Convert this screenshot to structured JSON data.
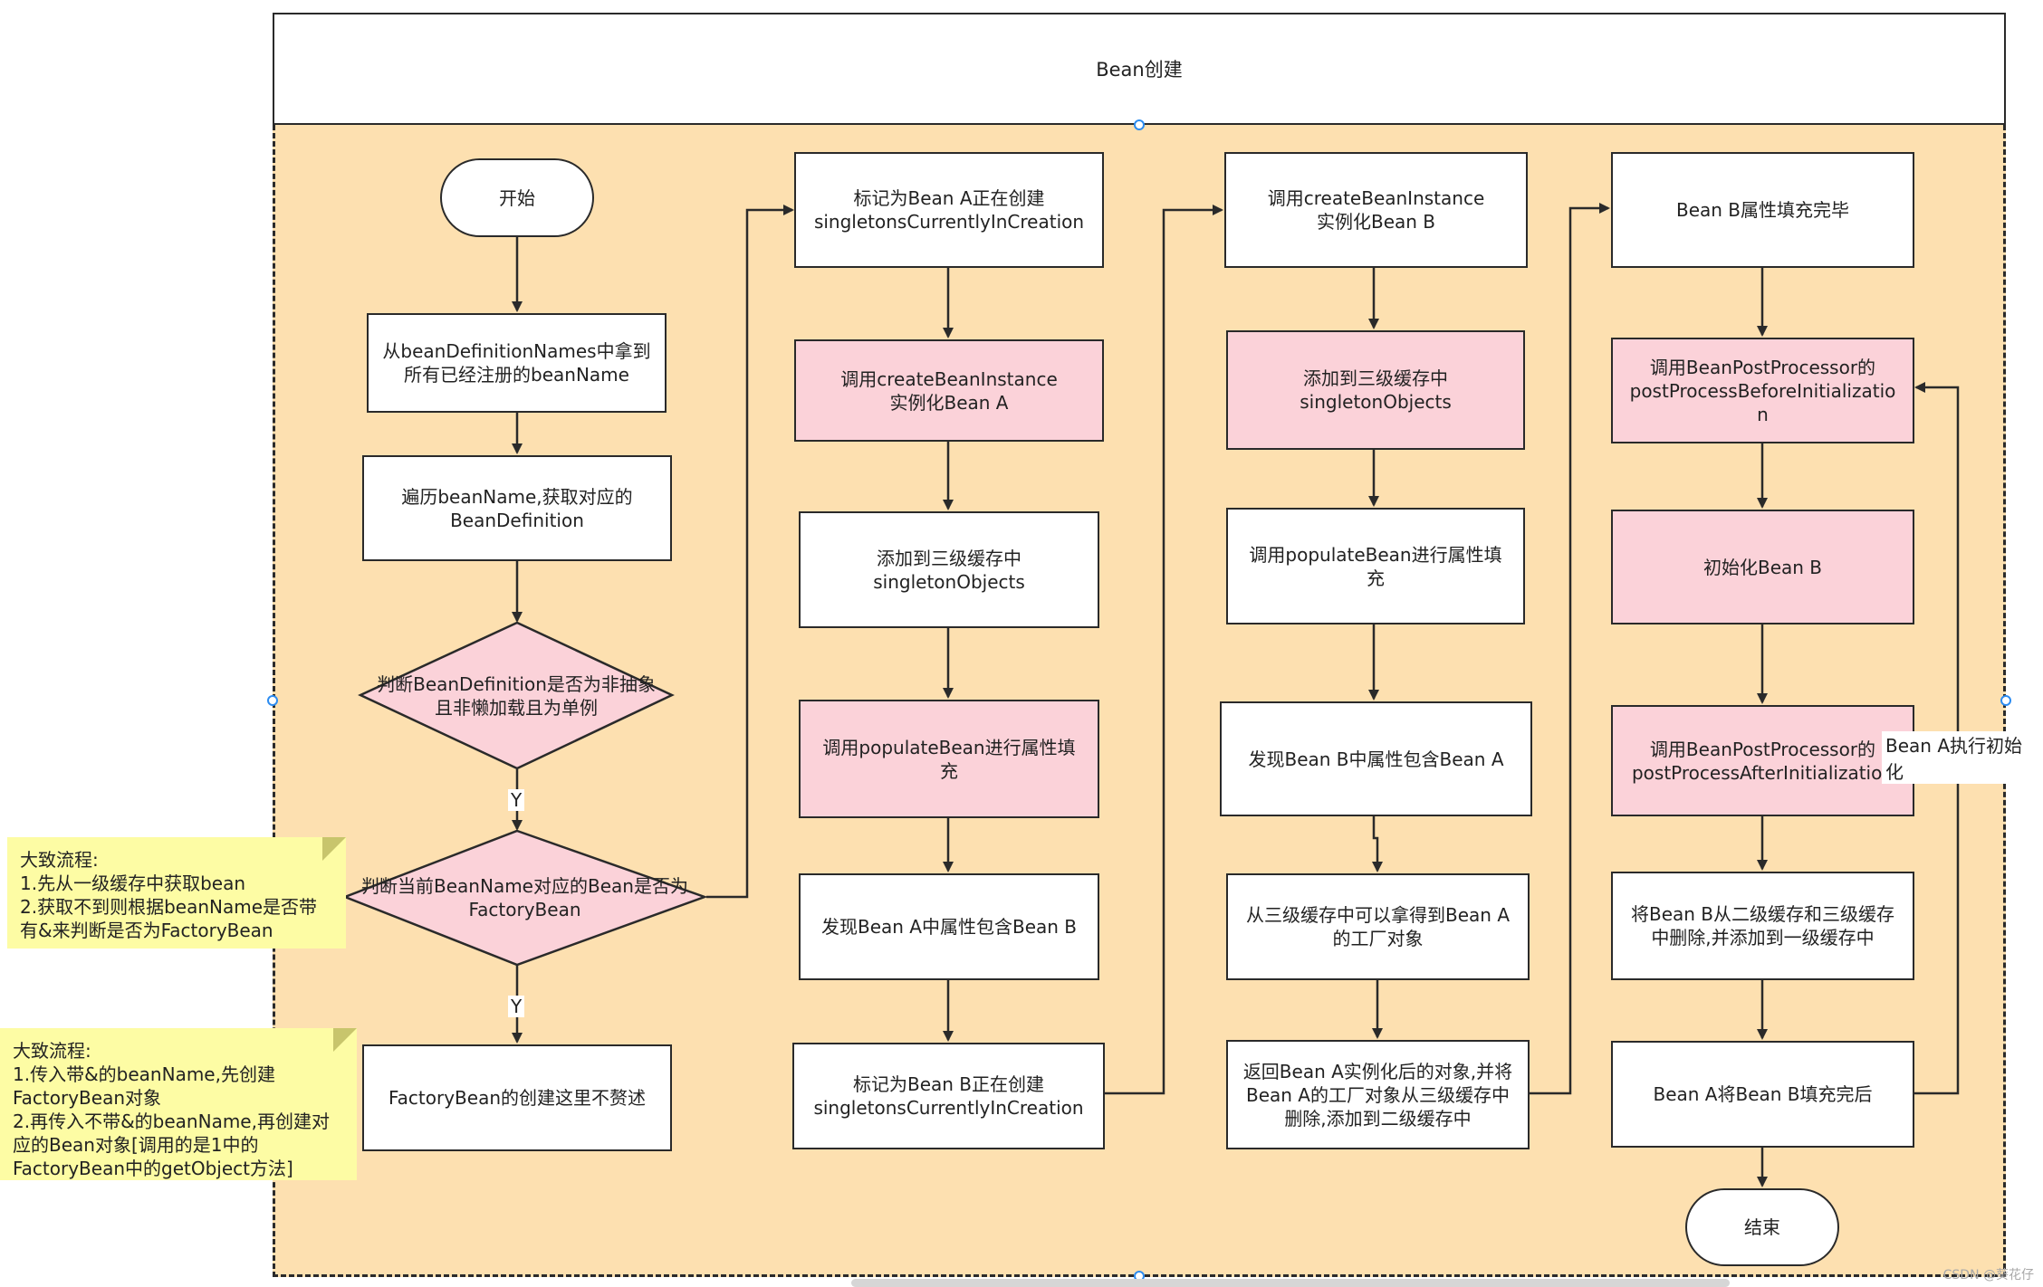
{
  "title": "Bean创建",
  "nodes": {
    "start": "开始",
    "get_names": "从beanDefinitionNames中拿到\n所有已经注册的beanName",
    "iterate": "遍历beanName,获取对应的\nBeanDefinition",
    "check_abstract": "判断BeanDefinition是否为非抽象\n且非懒加载且为单例",
    "check_factory": "判断当前BeanName对应的Bean是否为\nFactoryBean",
    "factory_create": "FactoryBean的创建这里不赘述",
    "mark_a": "标记为Bean A正在创建\nsingletonsCurrentlyInCreation",
    "create_a": "调用createBeanInstance\n实例化Bean A",
    "add_l3_a": "添加到三级缓存中\nsingletonObjects",
    "populate_a": "调用populateBean进行属性填\n充",
    "found_b": "发现Bean A中属性包含Bean B",
    "mark_b": "标记为Bean B正在创建\nsingletonsCurrentlyInCreation",
    "create_b": "调用createBeanInstance\n实例化Bean B",
    "add_l3_b": "添加到三级缓存中\nsingletonObjects",
    "populate_b": "调用populateBean进行属性填\n充",
    "found_a": "发现Bean B中属性包含Bean A",
    "get_factory_a": "从三级缓存中可以拿得到Bean A\n的工厂对象",
    "return_a": "返回Bean A实例化后的对象,并将\nBean A的工厂对象从三级缓存中\n删除,添加到二级缓存中",
    "b_filled": "Bean B属性填充完毕",
    "before_init": "调用BeanPostProcessor的\npostProcessBeforeInitializatio\nn",
    "init_b": "初始化Bean B",
    "after_init": "调用BeanPostProcessor的\npostProcessAfterInitialization",
    "move_b": "将Bean B从二级缓存和三级缓存\n中删除,并添加到一级缓存中",
    "a_fill_b": "Bean A将Bean B填充完后",
    "end": "结束"
  },
  "edge_labels": {
    "yes1": "Y",
    "yes2": "Y",
    "loop": "Bean A执行初始化"
  },
  "notes": {
    "note1": "大致流程:\n1.先从一级缓存中获取bean\n2.获取不到则根据beanName是否带\n有&来判断是否为FactoryBean",
    "note2": "大致流程:\n1.传入带&的beanName,先创建\nFactoryBean对象\n2.再传入不带&的beanName,再创建对\n应的Bean对象[调用的是1中的\nFactoryBean中的getObject方法]"
  },
  "watermark": "CSDN @葵花仔",
  "colors": {
    "frame_fill": "#fde0b0",
    "highlight": "#fbd2d9",
    "note": "#fdfca4",
    "handle": "#2d8cf0"
  }
}
